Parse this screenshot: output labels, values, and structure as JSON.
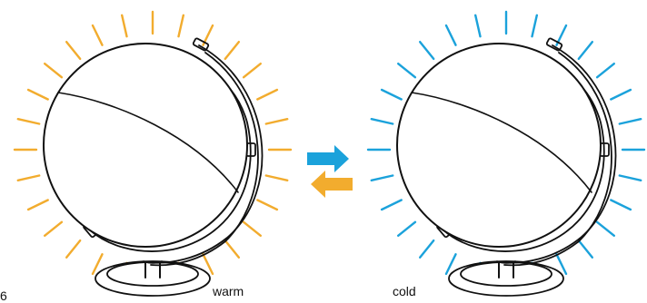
{
  "figure": {
    "corner_mark": "6",
    "left_globe": {
      "label": "warm",
      "ray_color": "#F2AC2E"
    },
    "right_globe": {
      "label": "cold",
      "ray_color": "#1BA2DB"
    },
    "arrow_right_color": "#1BA2DB",
    "arrow_left_color": "#F2AC2E",
    "line_color": "#111111"
  }
}
